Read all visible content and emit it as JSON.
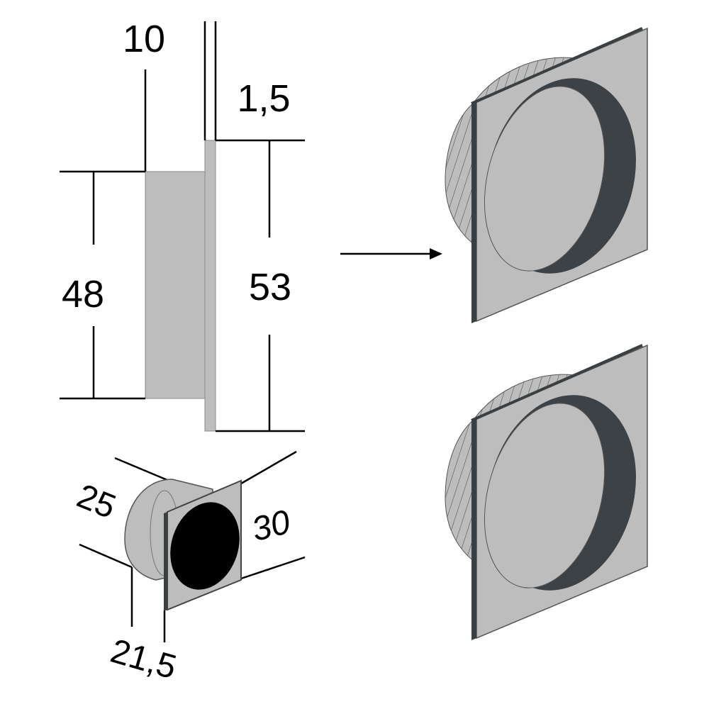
{
  "dimensions": {
    "plate_thickness": "1,5",
    "body_depth": "10",
    "body_height": "48",
    "plate_height": "53",
    "cup_diameter": "25",
    "plate_width": "30",
    "overall_depth": "21,5"
  },
  "colors": {
    "plate_fill": "#bdbdbd",
    "plate_edge": "#3a3f42",
    "cup_shadow": "#3d4246",
    "cup_black": "#000000",
    "line": "#000000"
  }
}
